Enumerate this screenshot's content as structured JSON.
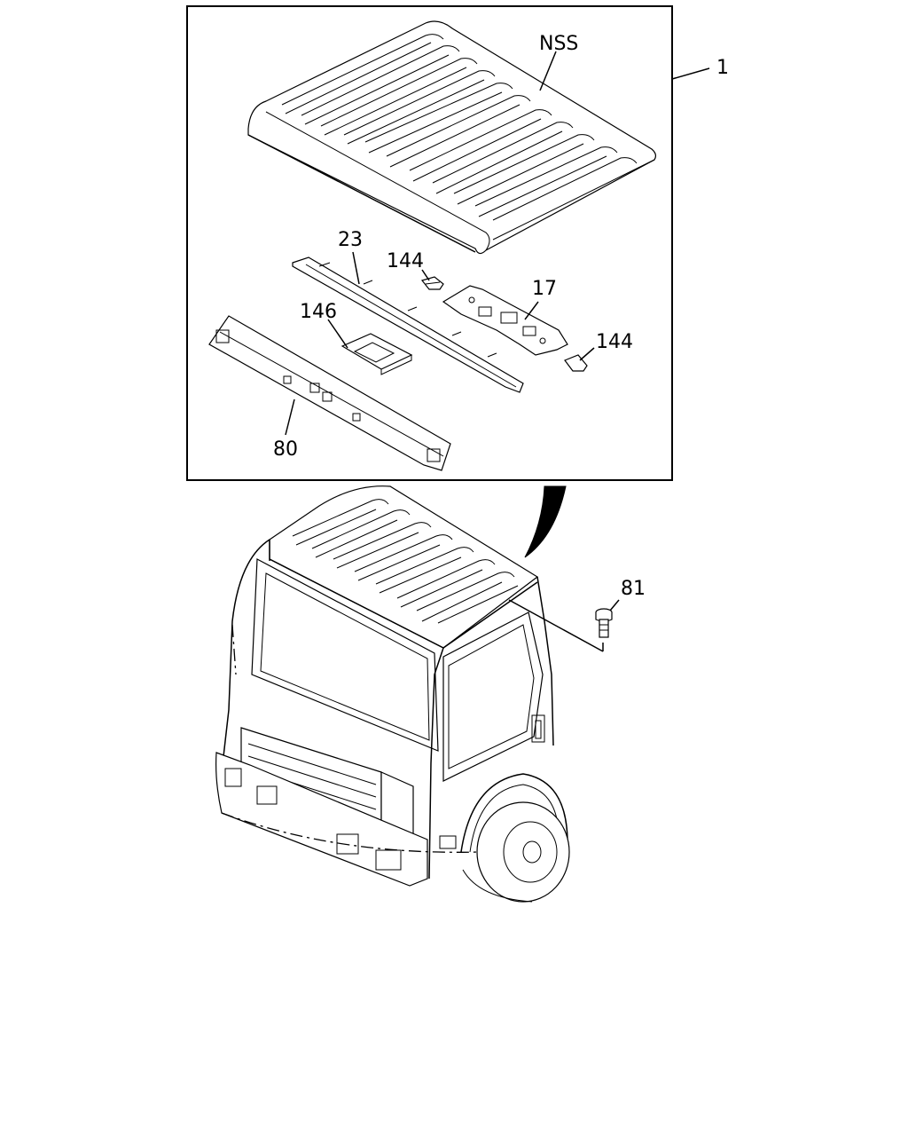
{
  "diagram": {
    "callouts": {
      "assembly": "1",
      "roof_panel": "NSS",
      "rear_rail": "23",
      "clip_upper": "144",
      "plate": "17",
      "clip_lower": "144",
      "bracket": "146",
      "front_rail": "80",
      "bolt": "81"
    }
  }
}
